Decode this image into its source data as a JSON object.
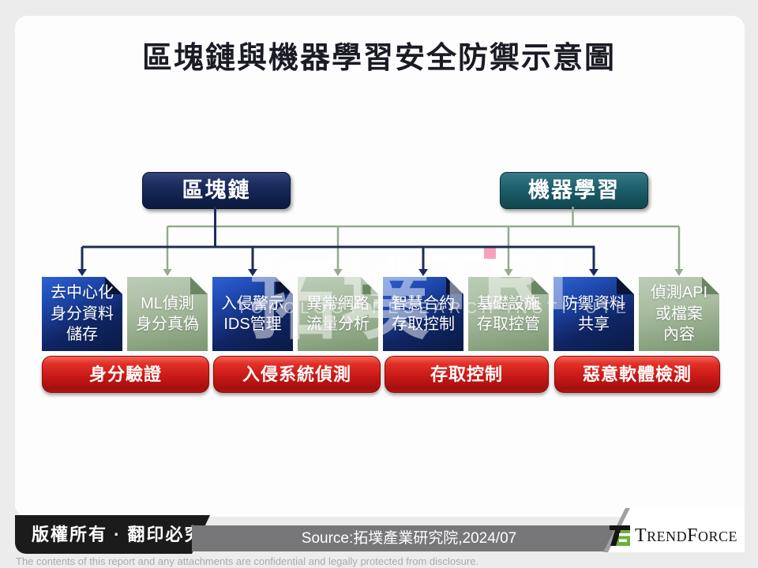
{
  "palette": {
    "page_bg": "#ececec",
    "card_bg": "#fdfdfd",
    "navy": "#0d1a3f",
    "navy_bright": "#2d62d3",
    "teal": "#1d5f6a",
    "sage_green": "#86a07d",
    "line_navy": "#1b2d55",
    "line_green": "#93ab8c",
    "red": "#c81a17",
    "footer_black": "#1b1b1b",
    "footer_gray": "#77777a",
    "logo_green": "#6fae3e",
    "watermark_pink": "#f79ab4"
  },
  "title": "區塊鏈與機器學習安全防禦示意圖",
  "diagram": {
    "roots": [
      {
        "label": "區塊鏈",
        "type": "blockchain"
      },
      {
        "label": "機器學習",
        "type": "machine-learning"
      }
    ],
    "features": [
      {
        "text": "去中心化\n身分資料\n儲存",
        "source": "blockchain"
      },
      {
        "text": "ML偵測\n身分真偽",
        "source": "machine-learning"
      },
      {
        "text": "入侵警示\nIDS管理",
        "source": "blockchain"
      },
      {
        "text": "異常網路\n流量分析",
        "source": "machine-learning"
      },
      {
        "text": "智慧合約\n存取控制",
        "source": "blockchain"
      },
      {
        "text": "基礎設施\n存取控管",
        "source": "machine-learning"
      },
      {
        "text": "防禦資料\n共享",
        "source": "blockchain"
      },
      {
        "text": "偵測API\n或檔案\n內容",
        "source": "machine-learning"
      }
    ],
    "categories": [
      "身分驗證",
      "入侵系統偵測",
      "存取控制",
      "惡意軟體檢測"
    ]
  },
  "watermark": {
    "cjk": "拓墣",
    "latin": "TRI",
    "line": "TOPOLOGY RESEARCH INSTITUTE"
  },
  "footer": {
    "copyright": "版權所有 · 翻印必究",
    "source": "Source:拓墣產業研究院,2024/07",
    "logo": {
      "t1": "T",
      "t2": "REND",
      "t3": "F",
      "t4": "ORCE"
    },
    "disclaimer": "The contents of this report and any attachments are confidential and legally protected from disclosure."
  }
}
